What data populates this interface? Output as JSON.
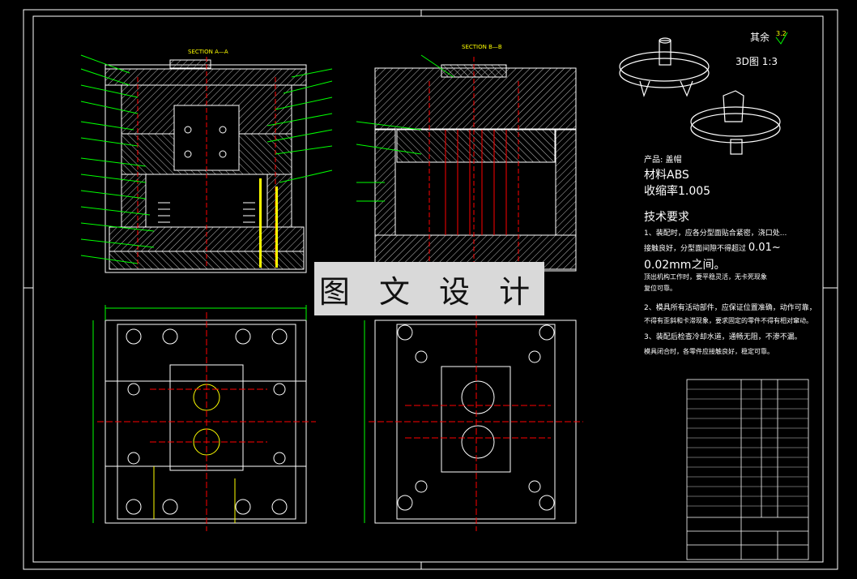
{
  "sheet": {
    "surface_finish": "其余",
    "surface_finish_value": "3.2",
    "view_label": "3D图 1:3"
  },
  "sections": {
    "aa": "SECTION A—A",
    "bb": "SECTION B—B"
  },
  "product": {
    "name": "产品: 盖帽",
    "material": "材料ABS",
    "shrink": "收缩率1.005"
  },
  "tech": {
    "title": "技术要求",
    "l1": "1、装配时，应各分型面贴合紧密，浇口处...",
    "l2": "接触良好，分型面间隙不得超过",
    "l2b": "0.01~",
    "l3": "0.02mm之间。",
    "l4": "顶出机构工作时，要平稳灵活，无卡死现象",
    "l5": "复位可靠。",
    "l6": "2、模具所有活动部件，应保证位置准确，动作可靠，",
    "l7": "不得有歪斜和卡滞现象，要求固定的零件不得有相对窜动。",
    "l8": "3、装配后检查冷却水道，通畅无阻，不渗不漏。",
    "l9": "模具闭合时，各零件应接触良好，稳定可靠。"
  },
  "watermark": "图 文 设 计",
  "colors": {
    "frame": "#ffffff",
    "outline": "#ffffff",
    "leader": "#00ff00",
    "center": "#ff0000",
    "dim": "#00ff00",
    "hatch": "#c8c8c8",
    "yellow": "#ffff00"
  }
}
